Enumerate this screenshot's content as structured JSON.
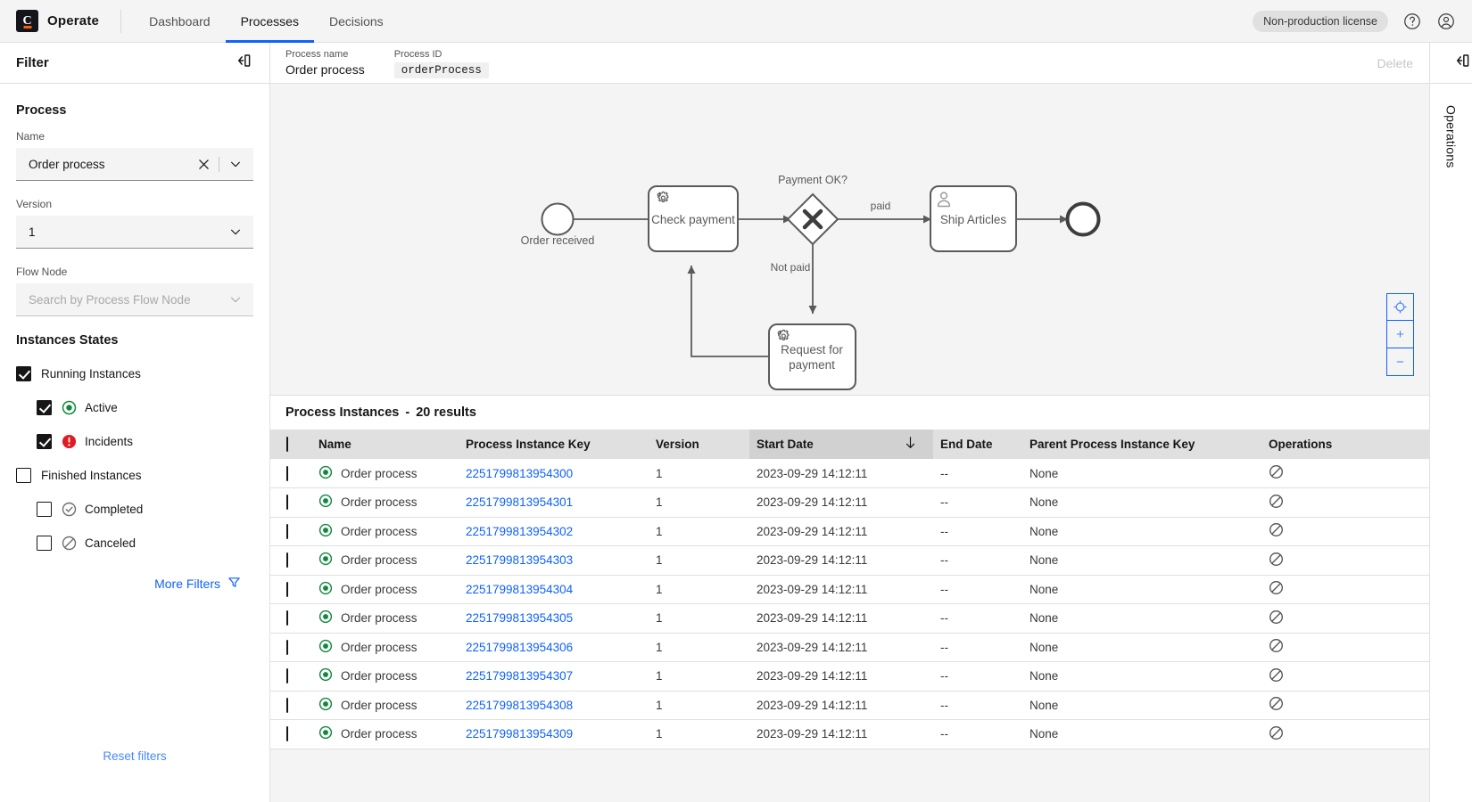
{
  "topbar": {
    "brand": "Operate",
    "logo_letter": "C",
    "tabs": [
      {
        "label": "Dashboard",
        "active": false
      },
      {
        "label": "Processes",
        "active": true
      },
      {
        "label": "Decisions",
        "active": false
      }
    ],
    "license_badge": "Non-production license",
    "help_icon": "help-circle-icon",
    "user_icon": "user-avatar-icon",
    "accent_color": "#0f62fe"
  },
  "filter": {
    "title": "Filter",
    "collapse_icon": "panel-collapse-icon",
    "process_section": "Process",
    "name_label": "Name",
    "name_value": "Order process",
    "clear_icon": "close-icon",
    "chevron_icon": "chevron-down-icon",
    "version_label": "Version",
    "version_value": "1",
    "flownode_label": "Flow Node",
    "flownode_placeholder": "Search by Process Flow Node",
    "states_title": "Instances States",
    "states": [
      {
        "label": "Running Instances",
        "checked": true,
        "indent": false,
        "icon": null
      },
      {
        "label": "Active",
        "checked": true,
        "indent": true,
        "icon": "active-status-icon",
        "color": "#10893e"
      },
      {
        "label": "Incidents",
        "checked": true,
        "indent": true,
        "icon": "incident-status-icon",
        "color": "#e01b24"
      },
      {
        "label": "Finished Instances",
        "checked": false,
        "indent": false,
        "icon": null
      },
      {
        "label": "Completed",
        "checked": false,
        "indent": true,
        "icon": "completed-status-icon",
        "color": "#6f6f6f"
      },
      {
        "label": "Canceled",
        "checked": false,
        "indent": true,
        "icon": "canceled-status-icon",
        "color": "#6f6f6f"
      }
    ],
    "more_filters": "More Filters",
    "more_filters_icon": "funnel-icon",
    "reset_filters": "Reset filters",
    "link_color": "#0f62fe"
  },
  "process_header": {
    "name_label": "Process name",
    "name_value": "Order process",
    "id_label": "Process ID",
    "id_value": "orderProcess",
    "delete_label": "Delete"
  },
  "diagram": {
    "nodes": [
      {
        "id": "start",
        "type": "start-event",
        "label": "Order received"
      },
      {
        "id": "check",
        "type": "service-task",
        "label": "Check payment",
        "icon": "gears-icon"
      },
      {
        "id": "gateway",
        "type": "exclusive-gateway",
        "label": "Payment OK?"
      },
      {
        "id": "ship",
        "type": "user-task",
        "label": "Ship Articles",
        "icon": "user-task-icon"
      },
      {
        "id": "request",
        "type": "service-task",
        "label": "Request for payment",
        "icon": "gears-icon"
      },
      {
        "id": "end",
        "type": "end-event",
        "label": ""
      }
    ],
    "flows": [
      {
        "from": "gateway",
        "to": "ship",
        "label": "paid"
      },
      {
        "from": "gateway",
        "to": "request",
        "label": "Not paid"
      }
    ],
    "zoom_controls": [
      {
        "name": "reset-zoom-button",
        "glyph": "⊙"
      },
      {
        "name": "zoom-in-button",
        "glyph": "+"
      },
      {
        "name": "zoom-out-button",
        "glyph": "−"
      }
    ]
  },
  "instances": {
    "panel_title": "Process Instances",
    "separator": "-",
    "results_text": "20 results",
    "columns": [
      "Name",
      "Process Instance Key",
      "Version",
      "Start Date",
      "End Date",
      "Parent Process Instance Key",
      "Operations"
    ],
    "sort_column": "Start Date",
    "sort_direction_icon": "arrow-down-icon",
    "rows": [
      {
        "state": "active",
        "name": "Order process",
        "key": "2251799813954300",
        "version": "1",
        "start": "2023-09-29 14:12:11",
        "end": "--",
        "parent": "None",
        "op_icon": "cancel-operation-icon"
      },
      {
        "state": "active",
        "name": "Order process",
        "key": "2251799813954301",
        "version": "1",
        "start": "2023-09-29 14:12:11",
        "end": "--",
        "parent": "None",
        "op_icon": "cancel-operation-icon"
      },
      {
        "state": "active",
        "name": "Order process",
        "key": "2251799813954302",
        "version": "1",
        "start": "2023-09-29 14:12:11",
        "end": "--",
        "parent": "None",
        "op_icon": "cancel-operation-icon"
      },
      {
        "state": "active",
        "name": "Order process",
        "key": "2251799813954303",
        "version": "1",
        "start": "2023-09-29 14:12:11",
        "end": "--",
        "parent": "None",
        "op_icon": "cancel-operation-icon"
      },
      {
        "state": "active",
        "name": "Order process",
        "key": "2251799813954304",
        "version": "1",
        "start": "2023-09-29 14:12:11",
        "end": "--",
        "parent": "None",
        "op_icon": "cancel-operation-icon"
      },
      {
        "state": "active",
        "name": "Order process",
        "key": "2251799813954305",
        "version": "1",
        "start": "2023-09-29 14:12:11",
        "end": "--",
        "parent": "None",
        "op_icon": "cancel-operation-icon"
      },
      {
        "state": "active",
        "name": "Order process",
        "key": "2251799813954306",
        "version": "1",
        "start": "2023-09-29 14:12:11",
        "end": "--",
        "parent": "None",
        "op_icon": "cancel-operation-icon"
      },
      {
        "state": "active",
        "name": "Order process",
        "key": "2251799813954307",
        "version": "1",
        "start": "2023-09-29 14:12:11",
        "end": "--",
        "parent": "None",
        "op_icon": "cancel-operation-icon"
      },
      {
        "state": "active",
        "name": "Order process",
        "key": "2251799813954308",
        "version": "1",
        "start": "2023-09-29 14:12:11",
        "end": "--",
        "parent": "None",
        "op_icon": "cancel-operation-icon"
      },
      {
        "state": "active",
        "name": "Order process",
        "key": "2251799813954309",
        "version": "1",
        "start": "2023-09-29 14:12:11",
        "end": "--",
        "parent": "None",
        "op_icon": "cancel-operation-icon"
      }
    ]
  },
  "operations_rail": {
    "label": "Operations",
    "collapse_icon": "panel-collapse-icon"
  }
}
